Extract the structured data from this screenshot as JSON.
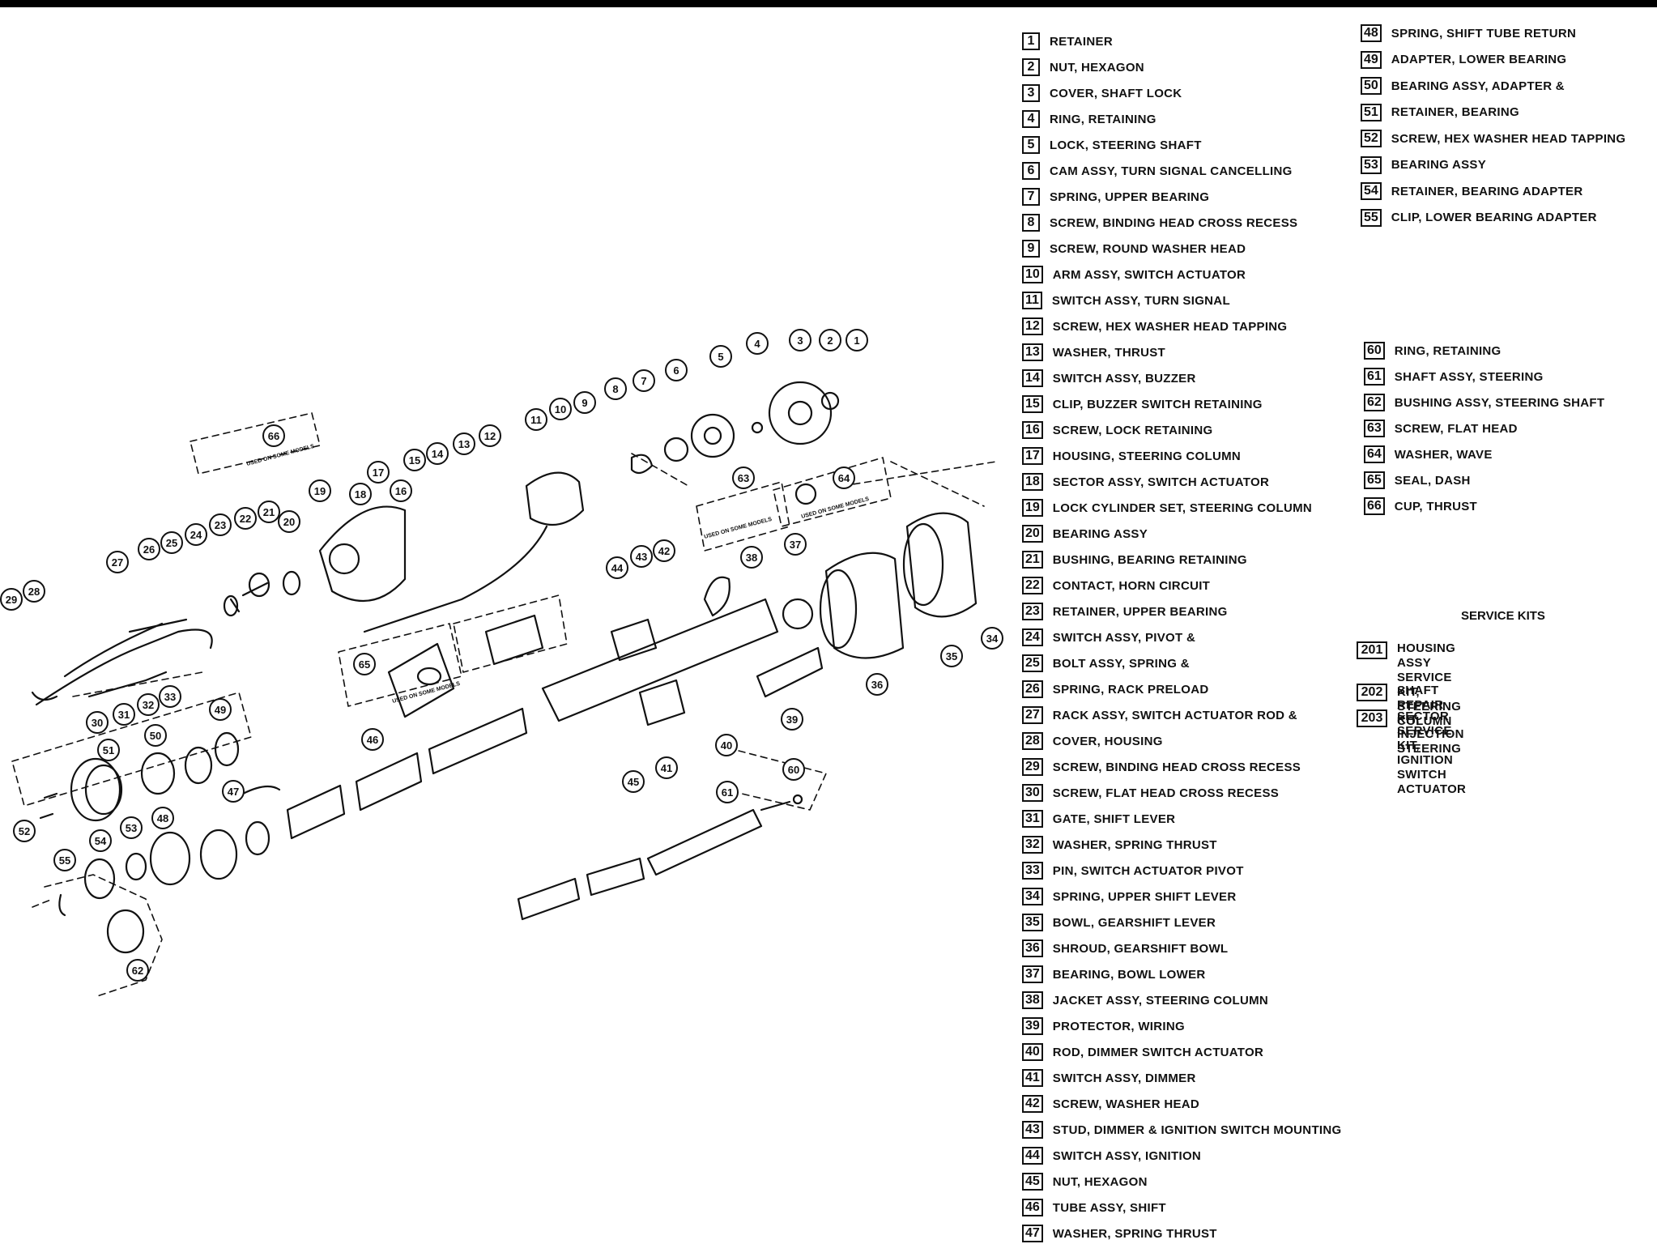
{
  "legend_col1": [
    {
      "num": "1",
      "label": "RETAINER"
    },
    {
      "num": "2",
      "label": "NUT, HEXAGON"
    },
    {
      "num": "3",
      "label": "COVER, SHAFT LOCK"
    },
    {
      "num": "4",
      "label": "RING, RETAINING"
    },
    {
      "num": "5",
      "label": "LOCK, STEERING SHAFT"
    },
    {
      "num": "6",
      "label": "CAM ASSY, TURN SIGNAL CANCELLING"
    },
    {
      "num": "7",
      "label": "SPRING, UPPER BEARING"
    },
    {
      "num": "8",
      "label": "SCREW, BINDING HEAD CROSS RECESS"
    },
    {
      "num": "9",
      "label": "SCREW, ROUND WASHER HEAD"
    },
    {
      "num": "10",
      "label": "ARM ASSY, SWITCH ACTUATOR"
    },
    {
      "num": "11",
      "label": "SWITCH ASSY, TURN SIGNAL"
    },
    {
      "num": "12",
      "label": "SCREW, HEX WASHER HEAD TAPPING"
    },
    {
      "num": "13",
      "label": "WASHER, THRUST"
    },
    {
      "num": "14",
      "label": "SWITCH ASSY, BUZZER"
    },
    {
      "num": "15",
      "label": "CLIP, BUZZER SWITCH RETAINING"
    },
    {
      "num": "16",
      "label": "SCREW, LOCK RETAINING"
    },
    {
      "num": "17",
      "label": "HOUSING, STEERING COLUMN"
    },
    {
      "num": "18",
      "label": "SECTOR ASSY, SWITCH ACTUATOR"
    },
    {
      "num": "19",
      "label": "LOCK CYLINDER SET, STEERING COLUMN"
    },
    {
      "num": "20",
      "label": "BEARING ASSY"
    },
    {
      "num": "21",
      "label": "BUSHING, BEARING RETAINING"
    },
    {
      "num": "22",
      "label": "CONTACT, HORN CIRCUIT"
    },
    {
      "num": "23",
      "label": "RETAINER, UPPER BEARING"
    },
    {
      "num": "24",
      "label": "SWITCH ASSY, PIVOT &"
    },
    {
      "num": "25",
      "label": "BOLT ASSY, SPRING &"
    },
    {
      "num": "26",
      "label": "SPRING, RACK PRELOAD"
    },
    {
      "num": "27",
      "label": "RACK ASSY, SWITCH ACTUATOR ROD &"
    },
    {
      "num": "28",
      "label": "COVER, HOUSING"
    },
    {
      "num": "29",
      "label": "SCREW, BINDING HEAD CROSS RECESS"
    },
    {
      "num": "30",
      "label": "SCREW, FLAT HEAD CROSS RECESS"
    },
    {
      "num": "31",
      "label": "GATE, SHIFT LEVER"
    },
    {
      "num": "32",
      "label": "WASHER, SPRING THRUST"
    },
    {
      "num": "33",
      "label": "PIN, SWITCH ACTUATOR PIVOT"
    },
    {
      "num": "34",
      "label": "SPRING, UPPER SHIFT LEVER"
    },
    {
      "num": "35",
      "label": "BOWL, GEARSHIFT LEVER"
    },
    {
      "num": "36",
      "label": "SHROUD, GEARSHIFT BOWL"
    },
    {
      "num": "37",
      "label": "BEARING, BOWL LOWER"
    },
    {
      "num": "38",
      "label": "JACKET ASSY, STEERING COLUMN"
    },
    {
      "num": "39",
      "label": "PROTECTOR, WIRING"
    },
    {
      "num": "40",
      "label": "ROD, DIMMER SWITCH ACTUATOR"
    },
    {
      "num": "41",
      "label": "SWITCH ASSY, DIMMER"
    },
    {
      "num": "42",
      "label": "SCREW, WASHER HEAD"
    },
    {
      "num": "43",
      "label": "STUD, DIMMER & IGNITION SWITCH MOUNTING"
    },
    {
      "num": "44",
      "label": "SWITCH ASSY, IGNITION"
    },
    {
      "num": "45",
      "label": "NUT, HEXAGON"
    },
    {
      "num": "46",
      "label": "TUBE ASSY, SHIFT"
    },
    {
      "num": "47",
      "label": "WASHER, SPRING THRUST"
    }
  ],
  "legend_col2": [
    {
      "num": "48",
      "label": "SPRING, SHIFT TUBE RETURN"
    },
    {
      "num": "49",
      "label": "ADAPTER, LOWER BEARING"
    },
    {
      "num": "50",
      "label": "BEARING ASSY, ADAPTER &"
    },
    {
      "num": "51",
      "label": "RETAINER, BEARING"
    },
    {
      "num": "52",
      "label": "SCREW, HEX WASHER HEAD TAPPING"
    },
    {
      "num": "53",
      "label": "BEARING ASSY"
    },
    {
      "num": "54",
      "label": "RETAINER, BEARING ADAPTER"
    },
    {
      "num": "55",
      "label": "CLIP, LOWER BEARING ADAPTER"
    }
  ],
  "legend_col3": [
    {
      "num": "60",
      "label": "RING, RETAINING"
    },
    {
      "num": "61",
      "label": "SHAFT ASSY, STEERING"
    },
    {
      "num": "62",
      "label": "BUSHING ASSY, STEERING SHAFT"
    },
    {
      "num": "63",
      "label": "SCREW, FLAT HEAD"
    },
    {
      "num": "64",
      "label": "WASHER, WAVE"
    },
    {
      "num": "65",
      "label": "SEAL, DASH"
    },
    {
      "num": "66",
      "label": "CUP, THRUST"
    }
  ],
  "service_kits": {
    "title": "SERVICE KITS",
    "items": [
      {
        "num": "201",
        "label": "HOUSING ASSY SERVICE KIT,\nSTEERING COLUMN"
      },
      {
        "num": "202",
        "label": "SHAFT REPAIR KIT, INJECTION STEERING"
      },
      {
        "num": "203",
        "label": "SECTOR SERVICE KIT, IGNITION\nSWITCH ACTUATOR"
      }
    ]
  },
  "callouts": [
    "1",
    "2",
    "3",
    "4",
    "5",
    "6",
    "7",
    "8",
    "9",
    "10",
    "11",
    "12",
    "13",
    "14",
    "15",
    "16",
    "17",
    "18",
    "19",
    "20",
    "21",
    "22",
    "23",
    "24",
    "25",
    "26",
    "27",
    "28",
    "29",
    "30",
    "31",
    "32",
    "33",
    "34",
    "35",
    "36",
    "37",
    "38",
    "39",
    "40",
    "41",
    "42",
    "43",
    "44",
    "45",
    "46",
    "47",
    "48",
    "49",
    "50",
    "51",
    "52",
    "53",
    "54",
    "55",
    "60",
    "61",
    "62",
    "63",
    "64",
    "65",
    "66"
  ],
  "small_notes": {
    "note_66": "USED ON SOME MODELS",
    "note_64": "USED ON SOME MODELS",
    "note_63": "USED ON SOME MODELS",
    "note_65": "USED ON SOME MODELS"
  },
  "colors": {
    "ink": "#111111",
    "background": "#ffffff"
  }
}
